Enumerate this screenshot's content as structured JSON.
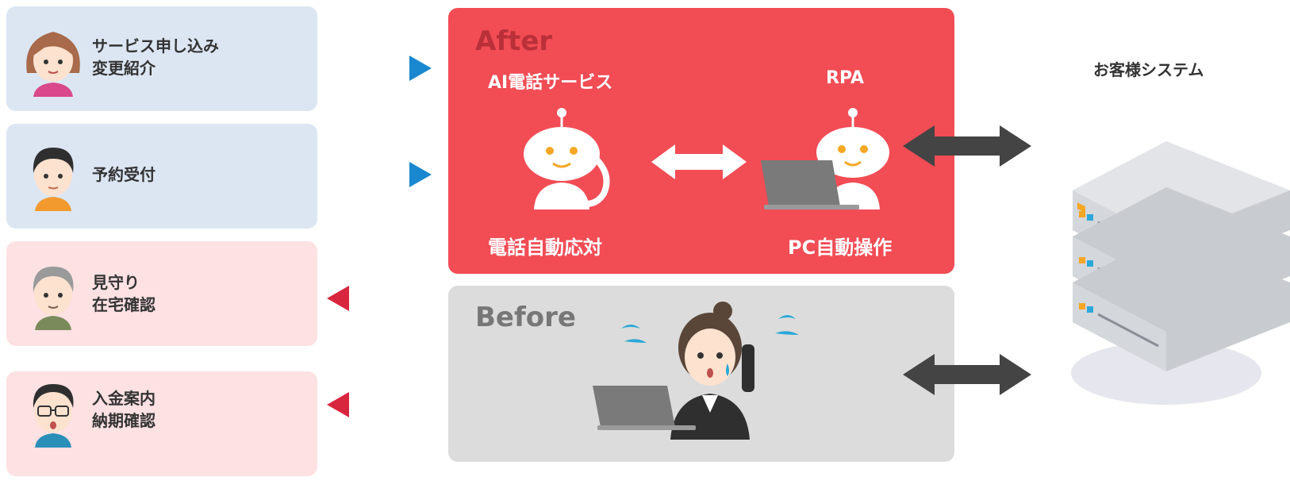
{
  "cards": [
    {
      "label": "サービス申し込み\n変更紹介",
      "tone": "blue"
    },
    {
      "label": "予約受付",
      "tone": "blue"
    },
    {
      "label": "見守り\n在宅確認",
      "tone": "pink"
    },
    {
      "label": "入金案内\n納期確認",
      "tone": "pink"
    }
  ],
  "after": {
    "title": "After",
    "left_heading": "AI電話サービス",
    "right_heading": "RPA",
    "left_caption": "電話自動応対",
    "right_caption": "PC自動操作"
  },
  "before": {
    "title": "Before"
  },
  "system": {
    "label": "お客様システム"
  },
  "colors": {
    "blue_card": "#dce6f3",
    "pink_card": "#fde1e3",
    "after_panel": "#f24c55",
    "before_panel": "#dcdcdc",
    "blue_arrow": "#1a88d0",
    "red_arrow": "#d9263f",
    "dark_arrow": "#444444"
  }
}
